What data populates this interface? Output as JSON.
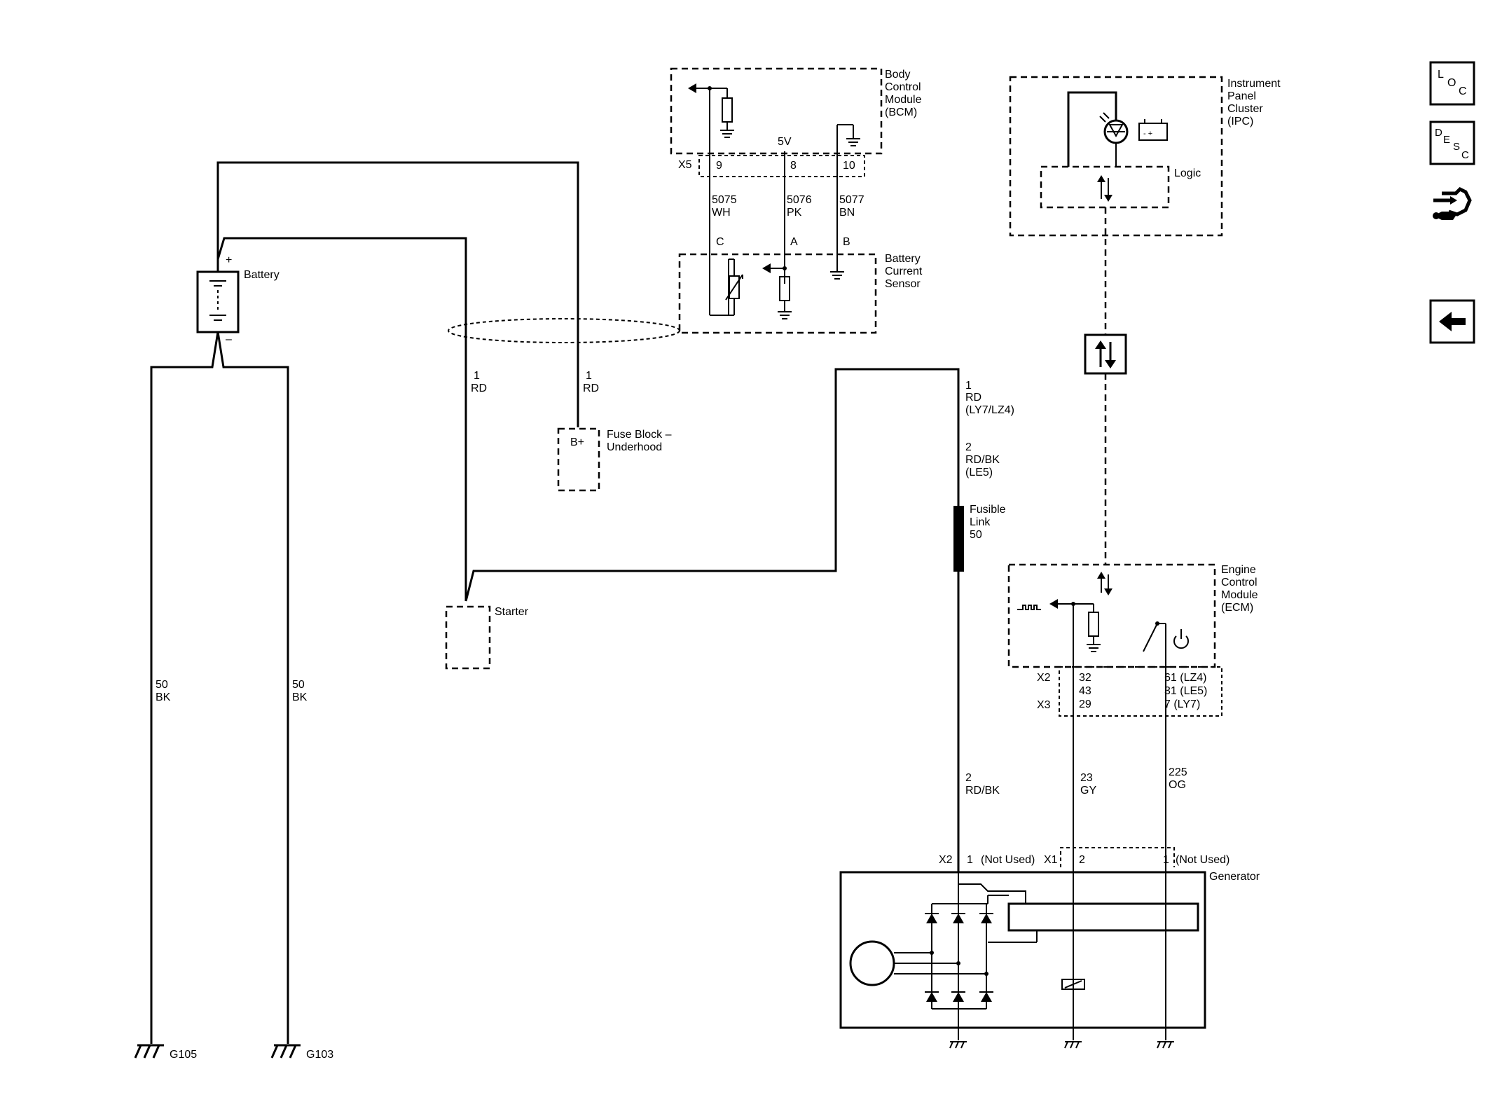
{
  "diagram": {
    "bcm": {
      "name": "Body Control Module (BCM)",
      "lines": [
        "Body",
        "Control",
        "Module",
        "(BCM)"
      ],
      "connector": "X5",
      "voltage": "5V",
      "pins": [
        "9",
        "8",
        "10"
      ]
    },
    "sensor": {
      "lines": [
        "Battery",
        "Current",
        "Sensor"
      ],
      "pins": [
        "C",
        "A",
        "B"
      ]
    },
    "sensor_wires": [
      {
        "circuit": "5075",
        "color": "WH"
      },
      {
        "circuit": "5076",
        "color": "PK"
      },
      {
        "circuit": "5077",
        "color": "BN"
      }
    ],
    "battery": {
      "label": "Battery",
      "plus": "+",
      "minus": "–"
    },
    "battery_cables": [
      {
        "gauge": "1",
        "color": "RD"
      },
      {
        "gauge": "1",
        "color": "RD"
      }
    ],
    "fuse_block": {
      "lines": [
        "Fuse Block –",
        "Underhood"
      ],
      "terminal": "B+"
    },
    "starter": {
      "label": "Starter"
    },
    "grounds": [
      {
        "gauge": "50",
        "color": "BK",
        "name": "G105"
      },
      {
        "gauge": "50",
        "color": "BK",
        "name": "G103"
      }
    ],
    "generator_feed": {
      "gauge1": "1",
      "color1": "RD",
      "variant1": "(LY7/LZ4)",
      "gauge2": "2",
      "color2": "RD/BK",
      "variant2": "(LE5)"
    },
    "fusible_link": {
      "lines": [
        "Fusible",
        "Link",
        "50"
      ]
    },
    "ipc": {
      "lines": [
        "Instrument",
        "Panel",
        "Cluster",
        "(IPC)"
      ],
      "logic": "Logic",
      "battery_icon": "- +"
    },
    "ecm": {
      "lines": [
        "Engine",
        "Control",
        "Module",
        "(ECM)"
      ],
      "connectors": [
        "X2",
        "X3"
      ],
      "left_pins": [
        "32",
        "43",
        "29"
      ],
      "right_pins": [
        "61 (LZ4)",
        "31 (LE5)",
        "7 (LY7)"
      ]
    },
    "ecm_wires": [
      {
        "circuit": "23",
        "color": "GY"
      },
      {
        "circuit": "225",
        "color": "OG"
      }
    ],
    "bat_wire": {
      "gauge": "2",
      "color": "RD/BK"
    },
    "generator": {
      "label": "Generator",
      "x2": "X2",
      "x2_pin": "1",
      "not_used_1": "(Not Used)",
      "x1": "X1",
      "x1_pin2": "2",
      "x1_pin1": "1",
      "not_used_2": "(Not Used)"
    }
  },
  "sidebar": {
    "loc": {
      "letters": [
        "L",
        "O",
        "C"
      ]
    },
    "desc": {
      "letters": [
        "D",
        "E",
        "S",
        "C"
      ]
    },
    "connector_icon": "connector-end-view-icon",
    "back_icon": "back-arrow-icon"
  }
}
